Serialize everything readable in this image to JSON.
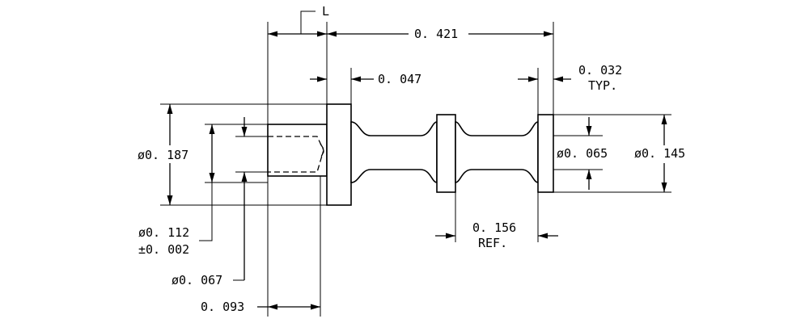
{
  "dimensions": {
    "thread_callout": "L",
    "overall_length": "0. 421",
    "head_thickness": "0. 047",
    "flange_thickness": "0. 032",
    "flange_thickness_note": "TYP.",
    "head_diameter": "ø0. 187",
    "shank_diameter": "ø0. 065",
    "flange_diameter": "ø0. 145",
    "bore_diameter": "ø0. 112",
    "bore_tolerance": "±0. 002",
    "hole_diameter": "ø0. 067",
    "flange_spacing": "0. 156",
    "flange_spacing_note": "REF.",
    "bore_depth": "0. 093"
  }
}
